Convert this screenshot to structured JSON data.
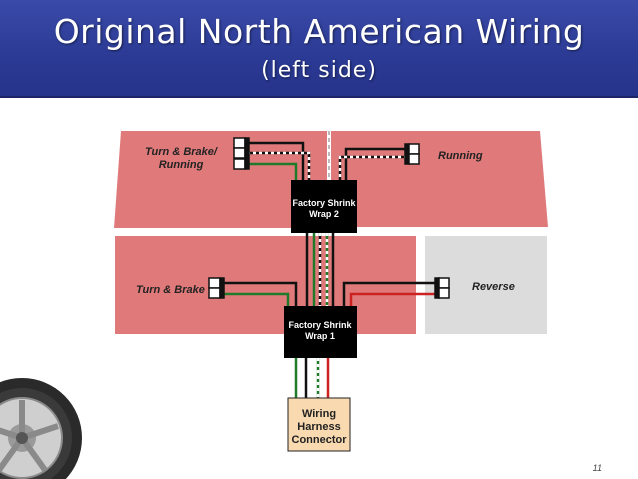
{
  "slide": {
    "title": "Original North American Wiring",
    "subtitle": "(left side)",
    "page_number": "11"
  },
  "diagram": {
    "labels": {
      "turn_brake_running_line1": "Turn & Brake/",
      "turn_brake_running_line2": "Running",
      "running": "Running",
      "turn_brake": "Turn & Brake",
      "reverse": "Reverse"
    },
    "shrink_wrap_2": {
      "line1": "Factory Shrink",
      "line2": "Wrap 2"
    },
    "shrink_wrap_1": {
      "line1": "Factory Shrink",
      "line2": "Wrap 1"
    },
    "harness_connector": {
      "line1": "Wiring",
      "line2": "Harness",
      "line3": "Connector"
    }
  },
  "colors": {
    "header": "#2b3a94",
    "taillight_red": "#e07a7a",
    "reverse_gray": "#dcdcdc",
    "wire_green": "#1f7a2a",
    "wire_red": "#cc2222",
    "wire_black": "#111111",
    "connector_fill": "#f9d9b0"
  },
  "icons": [
    "wheel-icon"
  ]
}
